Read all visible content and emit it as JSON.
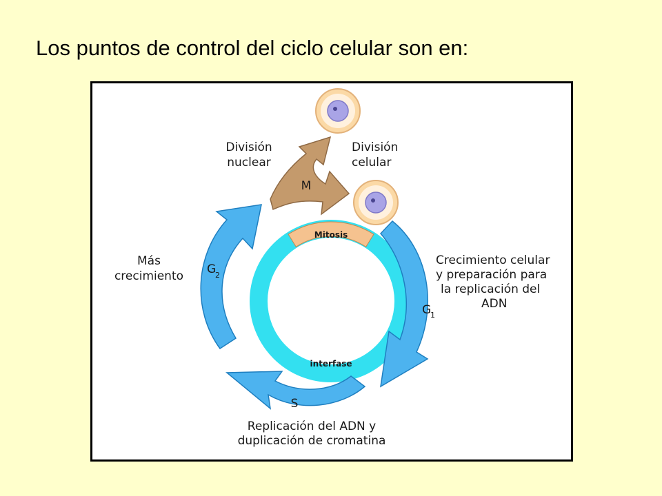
{
  "title": "Los puntos de control del ciclo celular son en:",
  "diagram": {
    "inner_ring": {
      "mitosis_label": "Mitosis",
      "interfase_label": "interfase"
    },
    "phases": {
      "m": {
        "label": "M",
        "description": [
          "División",
          "nuclear"
        ]
      },
      "cytokinesis": {
        "description": [
          "División",
          "celular"
        ]
      },
      "g1": {
        "label": "G",
        "subscript": "1",
        "description": [
          "Crecimiento celular",
          "y preparación para",
          "la replicación del",
          "ADN"
        ]
      },
      "s": {
        "label": "S",
        "description": [
          "Replicación del ADN y",
          "duplicación de cromatina"
        ]
      },
      "g2": {
        "label": "G",
        "subscript": "2",
        "description": [
          "Más",
          "crecimiento"
        ]
      }
    },
    "colors": {
      "ring": "#33E0F0",
      "arrow": "#4DB3EF",
      "arrow_edge": "#1F7FC0",
      "mitosis_segment": "#F5C28F",
      "m_arrow": "#C49A6C",
      "cell_outer": "#FBD9A6",
      "cell_inner": "#FFF1DE",
      "nucleus": "#A9A4E6"
    }
  }
}
